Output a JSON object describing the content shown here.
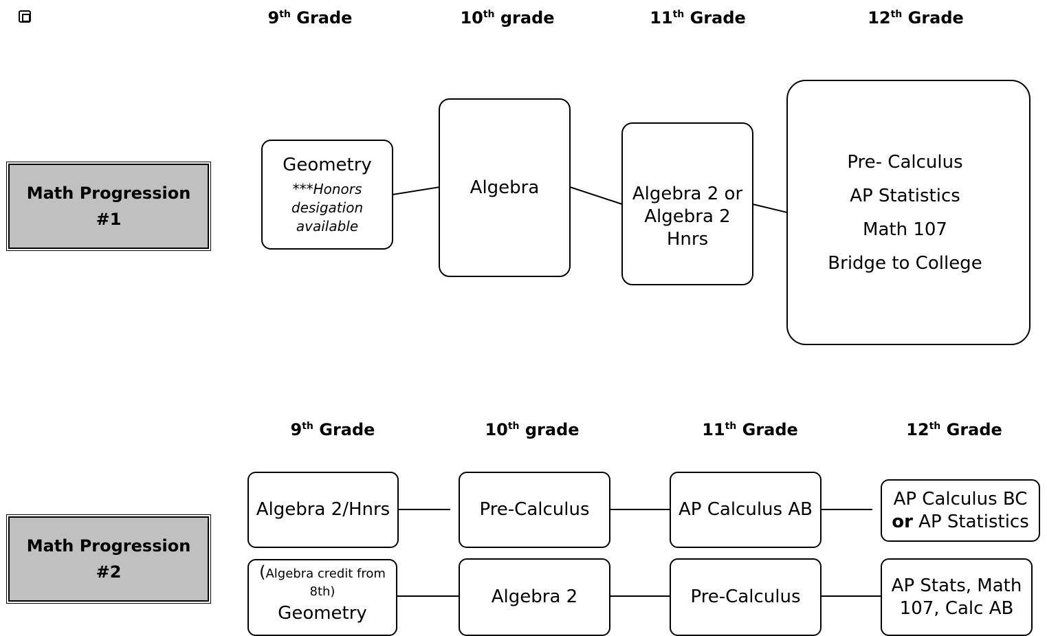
{
  "corner_icon": "square-frame-icon",
  "grade_headers": [
    {
      "num": "9",
      "sup": "th",
      "rest": " Grade"
    },
    {
      "num": "10",
      "sup": "th",
      "rest": " grade"
    },
    {
      "num": "11",
      "sup": "th",
      "rest": " Grade"
    },
    {
      "num": "12",
      "sup": "th",
      "rest": " Grade"
    }
  ],
  "progression1": {
    "label_line1": "Math Progression",
    "label_line2": "#1",
    "grade9": {
      "title": "Geometry",
      "note_line1": "***Honors",
      "note_line2": "desigation",
      "note_line3": "available"
    },
    "grade10": {
      "title": "Algebra"
    },
    "grade11": {
      "line1": "Algebra 2 or",
      "line2": "Algebra 2 Hnrs"
    },
    "grade12": {
      "items": [
        "Pre- Calculus",
        "AP Statistics",
        "Math 107",
        "Bridge to College"
      ]
    }
  },
  "progression2": {
    "label_line1": "Math Progression",
    "label_line2": "#2",
    "row1": {
      "grade9": "Algebra 2/Hnrs",
      "grade10": "Pre-Calculus",
      "grade11": "AP Calculus AB",
      "grade12_line1": "AP Calculus BC",
      "grade12_or": "or",
      "grade12_line2_rest": " AP Statistics"
    },
    "row2": {
      "grade9_paren": "(",
      "grade9_credit1": "Algebra credit from",
      "grade9_credit2": "8th)",
      "grade9_title": "Geometry",
      "grade10": "Algebra 2",
      "grade11": "Pre-Calculus",
      "grade12_line1": "AP Stats, Math",
      "grade12_line2": "107, Calc AB"
    }
  }
}
